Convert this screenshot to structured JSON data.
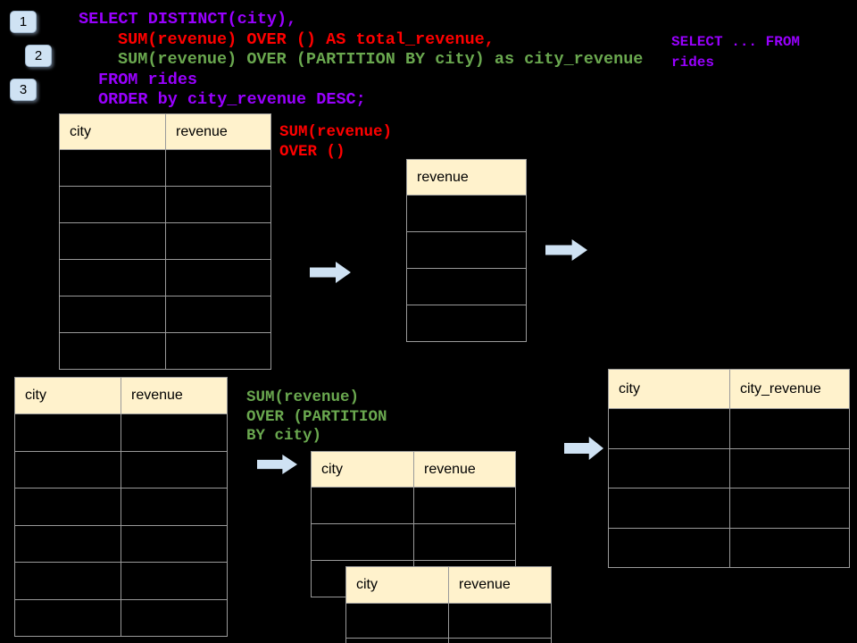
{
  "colors": {
    "background": "#000000",
    "purple": "#9900FF",
    "red": "#FF0000",
    "green": "#6AA84F",
    "header_bg": "#FFF2CC",
    "table_border": "#9A9A9A",
    "arrow_fill": "#CFE2F3",
    "badge_bg": "#CFE2F3",
    "badge_border": "#9FB6CC"
  },
  "badges": [
    {
      "label": "1"
    },
    {
      "label": "2"
    },
    {
      "label": "3"
    }
  ],
  "sql_code": {
    "lines": [
      {
        "text": "SELECT DISTINCT(city),",
        "color": "purple",
        "indent": 0
      },
      {
        "text": "SUM(revenue) OVER () AS total_revenue,",
        "color": "red",
        "indent": 2
      },
      {
        "text": "SUM(revenue) OVER (PARTITION BY city) as city_revenue",
        "color": "green",
        "indent": 2
      },
      {
        "text": "FROM rides",
        "color": "purple",
        "indent": 1
      },
      {
        "text": "ORDER by city_revenue DESC;",
        "color": "purple",
        "indent": 1
      }
    ]
  },
  "side_snippet": {
    "color": "purple",
    "lines": [
      "SELECT ... FROM",
      "rides"
    ]
  },
  "annotations": {
    "total": {
      "color": "red",
      "lines": [
        "SUM(revenue)",
        "OVER ()"
      ]
    },
    "partition": {
      "color": "green",
      "lines": [
        "SUM(revenue)",
        "OVER (PARTITION",
        "BY city)"
      ]
    }
  },
  "tables": {
    "source_top": {
      "headers": [
        "city",
        "revenue"
      ],
      "empty_row_count": 6
    },
    "total_result": {
      "headers": [
        "revenue"
      ],
      "empty_row_count": 4
    },
    "source_bottom": {
      "headers": [
        "city",
        "revenue"
      ],
      "empty_row_count": 6
    },
    "partition_back": {
      "headers": [
        "city",
        "revenue"
      ],
      "empty_row_count": 3
    },
    "partition_front": {
      "headers": [
        "city",
        "revenue"
      ],
      "empty_row_count": 2
    },
    "partition_result": {
      "headers": [
        "city",
        "city_revenue"
      ],
      "empty_row_count": 4
    }
  },
  "icons": {
    "arrow_right": "block-arrow-right"
  }
}
